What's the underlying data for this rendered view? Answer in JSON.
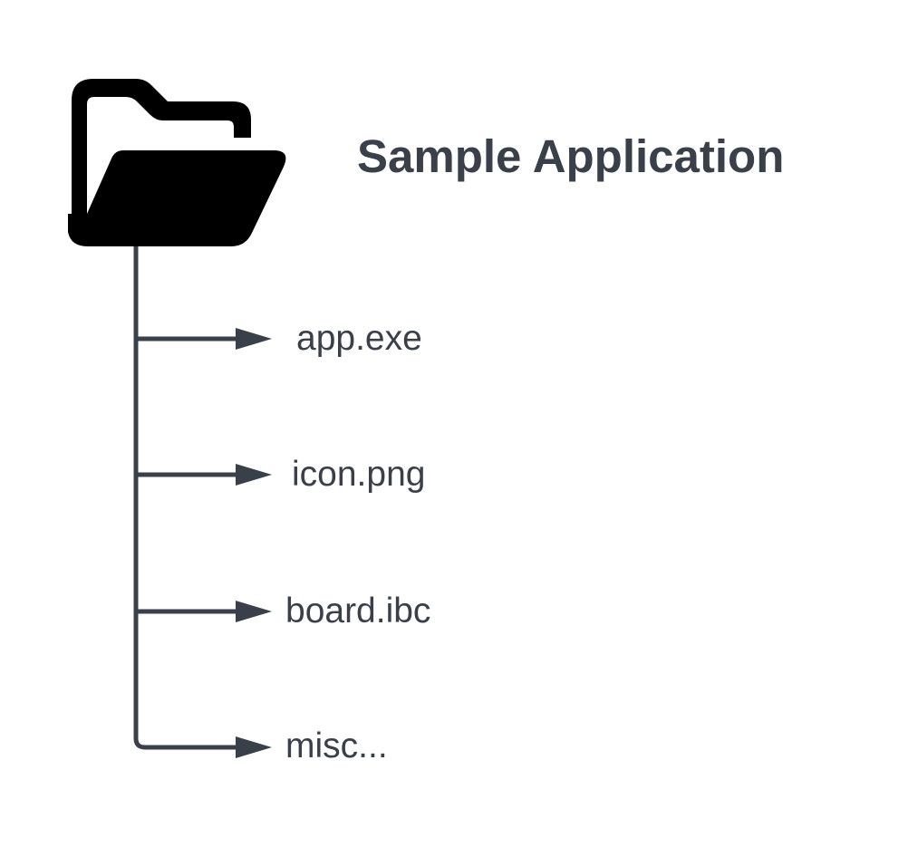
{
  "title": "Sample Application",
  "folder_icon": "folder-open-icon",
  "colors": {
    "connector": "#3a404a",
    "text": "#3a404a",
    "icon": "#000000",
    "background": "#ffffff"
  },
  "files": [
    {
      "name": "app.exe"
    },
    {
      "name": "icon.png"
    },
    {
      "name": "board.ibc"
    },
    {
      "name": "misc..."
    }
  ]
}
